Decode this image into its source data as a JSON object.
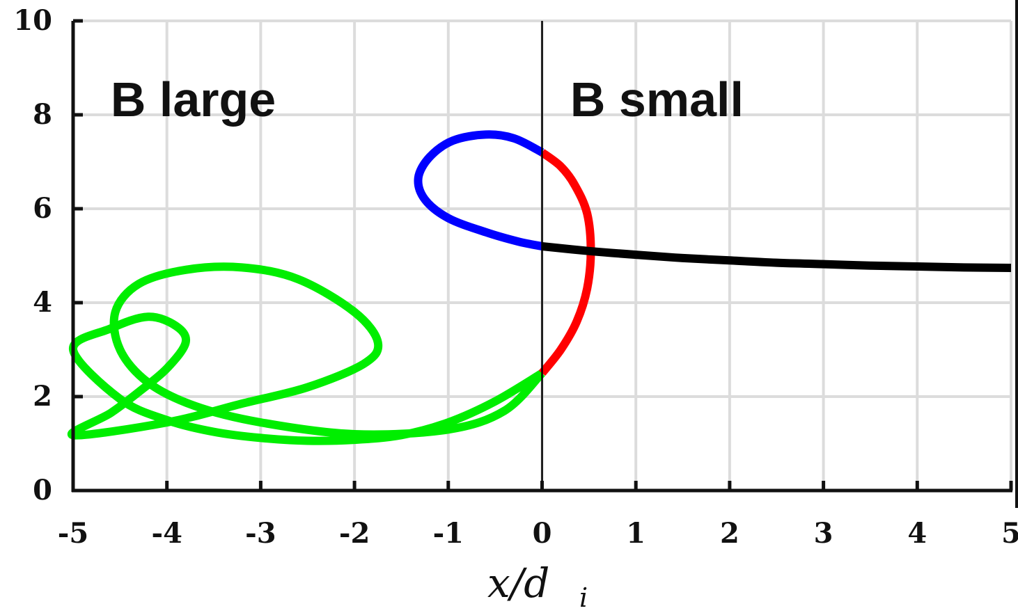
{
  "chart_data": {
    "type": "line",
    "title": "",
    "xlabel": {
      "main": "x/d",
      "sub": "i"
    },
    "ylabel": "",
    "xlim": [
      -5,
      5
    ],
    "ylim": [
      0,
      10
    ],
    "xticks": [
      -5,
      -4,
      -3,
      -2,
      -1,
      0,
      1,
      2,
      3,
      4,
      5
    ],
    "yticks": [
      0,
      2,
      4,
      6,
      8,
      10
    ],
    "xtick_labels": [
      "-5",
      "-4",
      "-3",
      "-2",
      "-1",
      "0",
      "1",
      "2",
      "3",
      "4",
      "5"
    ],
    "ytick_labels": [
      "0",
      "2",
      "4",
      "6",
      "8",
      "10"
    ],
    "grid": true,
    "annotations": [
      {
        "text": "B large",
        "x": -4.6,
        "y": 8.3
      },
      {
        "text": "B small",
        "x": 0.3,
        "y": 8.3
      }
    ],
    "reference_line": {
      "x": 0,
      "color": "#000000"
    },
    "series": [
      {
        "color": "#00ee00",
        "x": [
          0,
          -0.5,
          -1.0,
          -1.5,
          -2.0,
          -2.5,
          -3.0,
          -3.5,
          -4.0,
          -4.5,
          -5.0,
          -4.6,
          -4.2,
          -3.9,
          -3.8,
          -4.0,
          -4.3,
          -4.6,
          -5.0,
          -4.0,
          -3.2,
          -2.5,
          -1.9,
          -1.75,
          -2.0,
          -2.6,
          -3.2,
          -3.8,
          -4.3,
          -4.55,
          -4.5,
          -4.2,
          -3.7,
          -3.0,
          -2.0,
          -1.0,
          -0.4,
          0
        ],
        "y": [
          2.5,
          1.9,
          1.45,
          1.18,
          1.08,
          1.06,
          1.12,
          1.25,
          1.5,
          1.95,
          3.0,
          3.45,
          3.7,
          3.5,
          3.15,
          2.6,
          2.1,
          1.65,
          1.18,
          1.45,
          1.85,
          2.2,
          2.7,
          3.15,
          3.8,
          4.5,
          4.75,
          4.7,
          4.4,
          3.8,
          3.0,
          2.3,
          1.8,
          1.45,
          1.2,
          1.3,
          1.7,
          2.5
        ]
      },
      {
        "color": "#ff0000",
        "x": [
          0,
          0.2,
          0.37,
          0.48,
          0.52,
          0.48,
          0.35,
          0.2,
          0
        ],
        "y": [
          2.5,
          3.0,
          3.6,
          4.3,
          5.1,
          5.9,
          6.5,
          6.9,
          7.2
        ]
      },
      {
        "color": "#0000ff",
        "x": [
          0,
          -0.3,
          -0.6,
          -0.95,
          -1.2,
          -1.32,
          -1.25,
          -1.0,
          -0.6,
          -0.25,
          0
        ],
        "y": [
          7.2,
          7.5,
          7.58,
          7.45,
          7.1,
          6.65,
          6.2,
          5.8,
          5.5,
          5.3,
          5.2
        ]
      },
      {
        "color": "#000000",
        "x": [
          0,
          0.5,
          1.0,
          1.5,
          2.0,
          2.5,
          3.0,
          3.5,
          4.0,
          4.5,
          5.0
        ],
        "y": [
          5.2,
          5.1,
          5.02,
          4.95,
          4.9,
          4.85,
          4.82,
          4.79,
          4.77,
          4.75,
          4.74
        ]
      }
    ]
  }
}
